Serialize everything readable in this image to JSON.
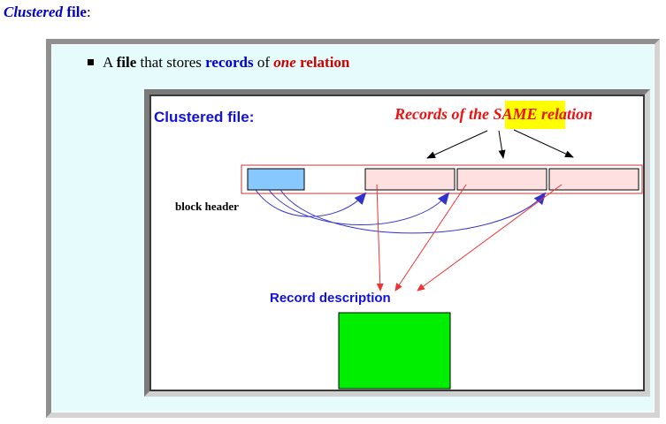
{
  "heading": {
    "prefix": "Clustered",
    "suffix": "file",
    "colon": ":"
  },
  "bullet": {
    "part1": "A",
    "part2": "file",
    "part3": "that stores",
    "part4": "records",
    "part5": "of",
    "part6": "one",
    "part7": "relation"
  },
  "diagram": {
    "title": "Clustered file:",
    "records_label": {
      "before": "Records of the",
      "highlight": "SAME",
      "after": "relation"
    },
    "block_header_label": "block header",
    "record_description_label": "Record description",
    "colors": {
      "header_block": "#87c9ff",
      "record_block": "#ffe0e0",
      "block_outline": "#cc3333",
      "description_box": "#00ee00",
      "highlight": "#ffff00",
      "blue_arrow": "#3333cc",
      "red_arrow": "#ee3333",
      "title_blue": "#1111dd",
      "label_red": "#ee1111"
    }
  }
}
